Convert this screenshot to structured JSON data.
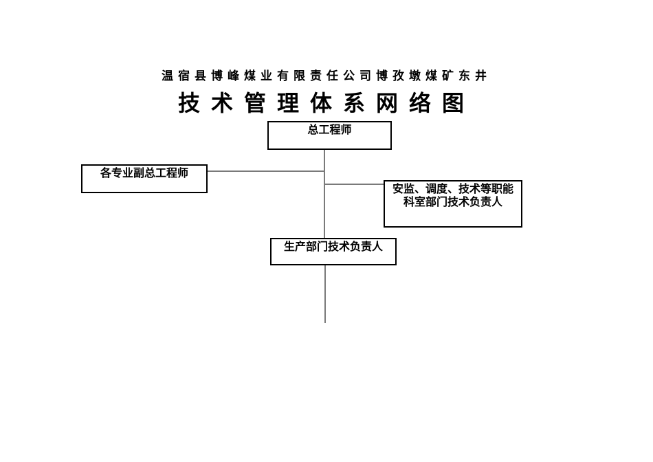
{
  "page": {
    "background": "#ffffff"
  },
  "header": {
    "company_line": "温宿县博峰煤业有限责任公司博孜墩煤矿东井",
    "title": "技术管理体系网络图"
  },
  "diagram": {
    "type": "org-chart",
    "colors": {
      "box_border": "#000000",
      "connector": "#7a7a7a",
      "text": "#000000"
    },
    "nodes": [
      {
        "id": "chief-engineer",
        "label": "总工程师"
      },
      {
        "id": "deputy-chief-engineers",
        "label": "各专业副总工程师"
      },
      {
        "id": "functional-dept-tech-leads",
        "label": "安监、调度、技术等职能科室部门技术负责人",
        "line1": "安监、调度、技术等职能",
        "line2": "科室部门技术负责人"
      },
      {
        "id": "production-dept-tech-leads",
        "label": "生产部门技术负责人"
      }
    ],
    "edges": [
      {
        "from": "chief-engineer",
        "to": "deputy-chief-engineers"
      },
      {
        "from": "chief-engineer",
        "to": "functional-dept-tech-leads"
      },
      {
        "from": "chief-engineer",
        "to": "production-dept-tech-leads"
      },
      {
        "from": "production-dept-tech-leads",
        "to": null
      }
    ]
  }
}
